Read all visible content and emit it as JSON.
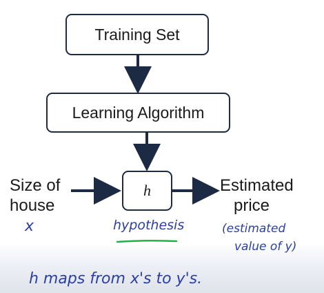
{
  "diagram": {
    "nodes": {
      "training_set": "Training Set",
      "learning_algorithm": "Learning Algorithm",
      "hypothesis": "h"
    },
    "input_label": {
      "line1": "Size of",
      "line2": "house"
    },
    "output_label": {
      "line1": "Estimated",
      "line2": "price"
    }
  },
  "annotations": {
    "input_var": "x",
    "hypothesis_note": "hypothesis",
    "output_note_line1": "(estimated",
    "output_note_line2": "value of y)",
    "bottom_note": "h maps from x's to y's."
  },
  "colors": {
    "arrow": "#1c2a44",
    "handwriting": "#2a3fa3",
    "underline": "#22b04b"
  }
}
